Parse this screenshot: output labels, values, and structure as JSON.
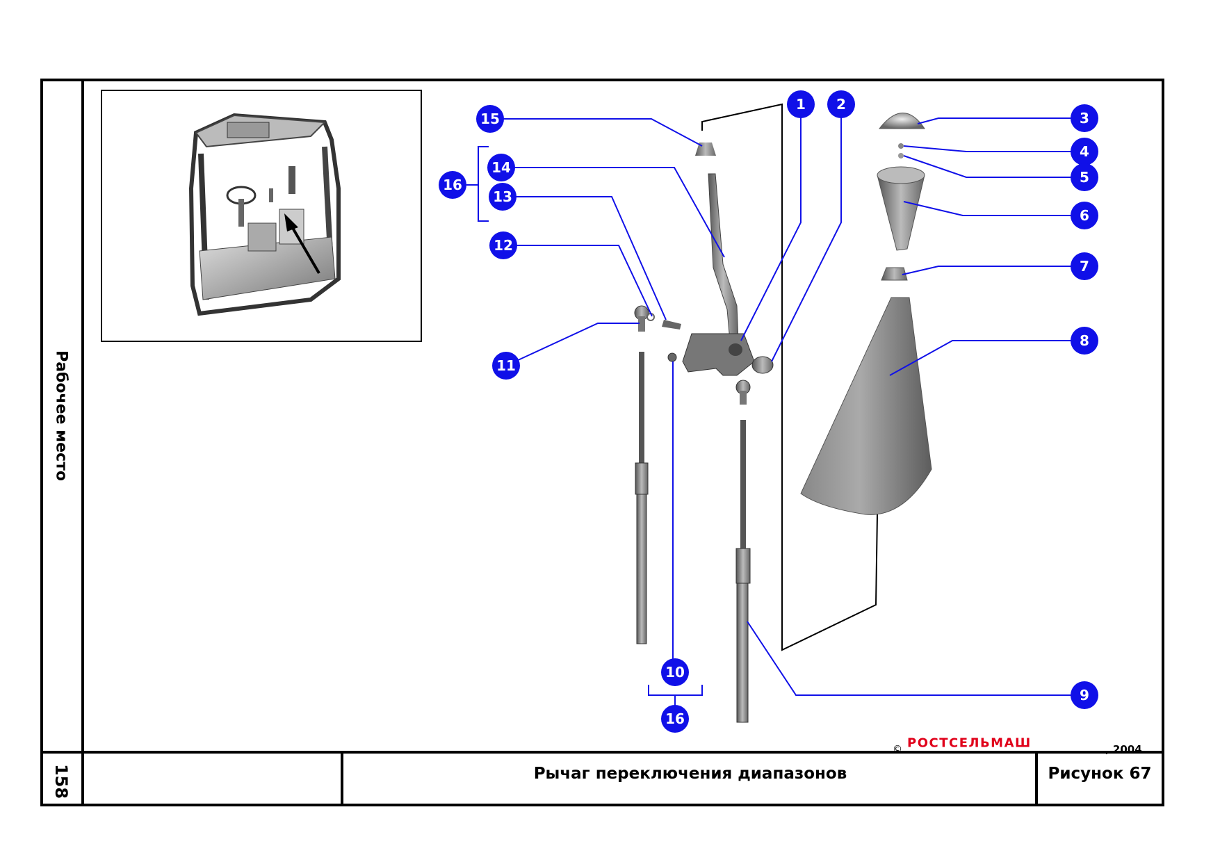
{
  "side_label": "Рабочее место",
  "page_number": "158",
  "caption": "Рычаг переключения диапазонов",
  "figure_label": "Рисунок 67",
  "brand": {
    "copyright": "©",
    "name": "РОСТСЕЛЬМАШ",
    "year": ", 2004"
  },
  "callouts": [
    "1",
    "2",
    "3",
    "4",
    "5",
    "6",
    "7",
    "8",
    "9",
    "10",
    "11",
    "12",
    "13",
    "14",
    "15",
    "16",
    "16"
  ],
  "colors": {
    "callout_fill": "#1010e8",
    "leader": "#1010e8",
    "brand": "#e0001a"
  }
}
